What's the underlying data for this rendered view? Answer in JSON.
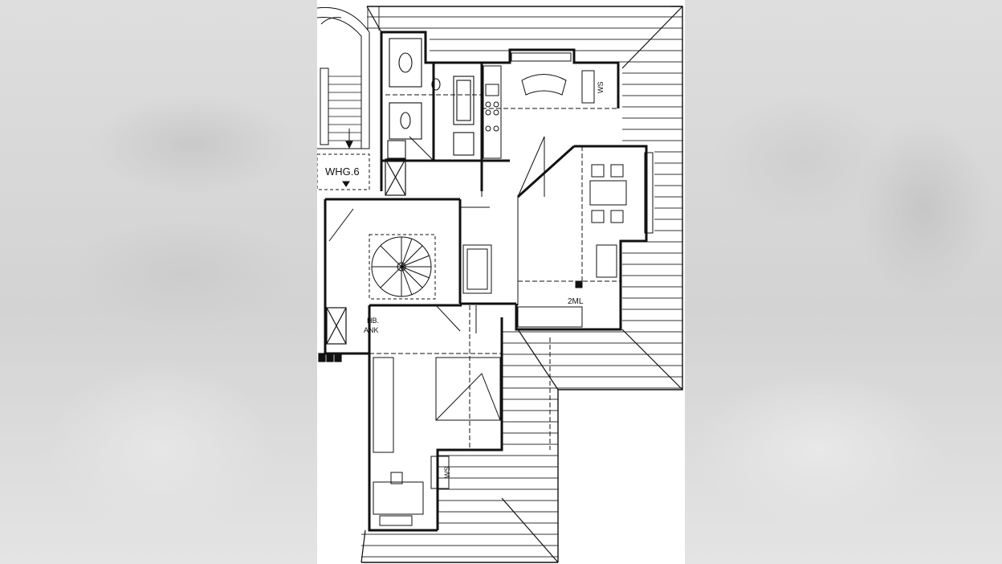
{
  "labels": {
    "unit": "WHG.6",
    "ws_top": "WS",
    "ws_bottom": "WS",
    "zml": "2ML",
    "hb_line1": "HB.",
    "hb_line2": "ANK"
  },
  "colors": {
    "page_background": "#d9d9d9",
    "plan_background": "#ffffff",
    "line": "#111111"
  }
}
